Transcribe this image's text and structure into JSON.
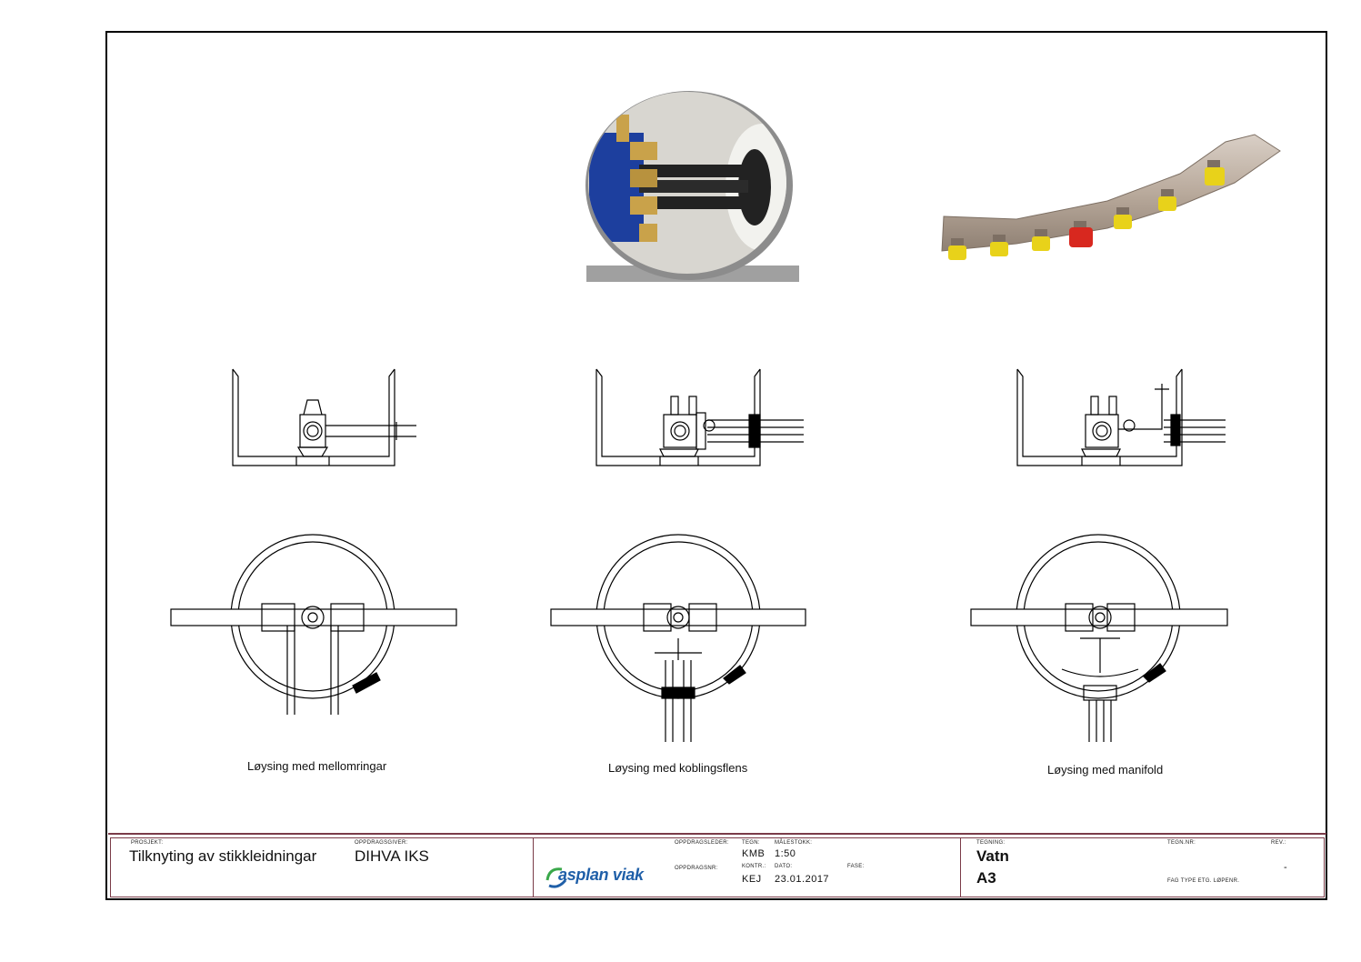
{
  "captions": {
    "left": "Løysing med mellomringar",
    "center": "Løysing med koblingsflens",
    "right": "Løysing med manifold"
  },
  "title_block": {
    "prosjekt_label": "PROSJEKT:",
    "prosjekt": "Tilknyting av stikkleidningar",
    "oppdragsgiver_label": "OPPDRAGSGIVER:",
    "oppdragsgiver": "DIHVA IKS",
    "logo_text": "asplan viak",
    "oppdragsleder_label": "OPPDRAGSLEDER:",
    "tegn_label": "TEGN:",
    "tegn": "KMB",
    "malestokk_label": "MÅLESTOKK:",
    "malestokk": "1:50",
    "oppdragsnr_label": "OPPDRAGSNR:",
    "kontr_label": "KONTR.:",
    "kontr": "KEJ",
    "dato_label": "DATO:",
    "dato": "23.01.2017",
    "fase_label": "FASE:",
    "tegning_label": "TEGNING:",
    "tegning_line1": "Vatn",
    "tegning_line2": "A3",
    "tegn_nr_label": "TEGN.NR:",
    "rev_label": "REV.:",
    "rev": "-",
    "fag_line": "FAG  TYPE  ETG.  LØPENR."
  },
  "colors": {
    "frame": "#000000",
    "title_rule": "#7a3b48",
    "logo_blue": "#1f5fa8",
    "logo_green": "#3aa84a",
    "valve_blue": "#1d3f9e",
    "brass": "#c9a24a",
    "cap_yellow": "#e8d21a",
    "cap_red": "#d8281f"
  }
}
